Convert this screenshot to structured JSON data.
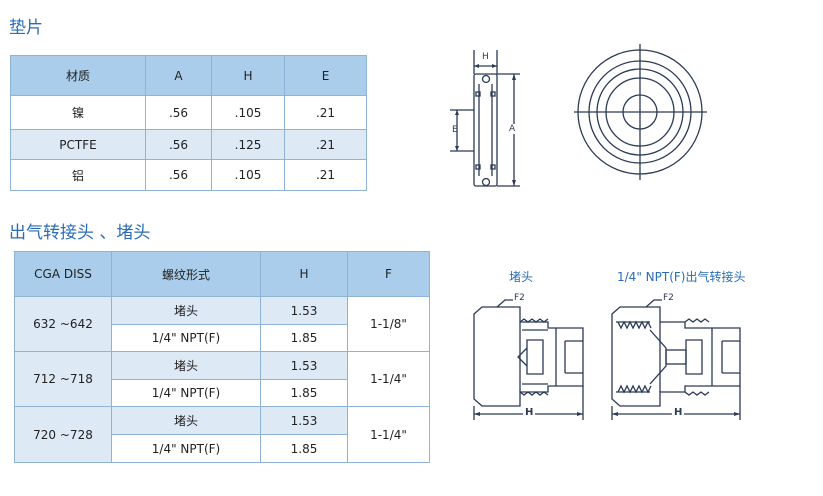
{
  "section1": {
    "title": "垫片",
    "headers": [
      "材质",
      "A",
      "H",
      "E"
    ],
    "rows": [
      [
        "镍",
        ".56",
        ".105",
        ".21"
      ],
      [
        "PCTFE",
        ".56",
        ".125",
        ".21"
      ],
      [
        "铝",
        ".56",
        ".105",
        ".21"
      ]
    ],
    "drawing_labels": {
      "h": "H",
      "e": "E",
      "a": "A"
    }
  },
  "section2": {
    "title": "出气转接头 、堵头",
    "headers": [
      "CGA DISS",
      "螺纹形式",
      "H",
      "F"
    ],
    "groups": [
      {
        "cga": "632 ~642",
        "f": "1-1/8\"",
        "rows": [
          {
            "type": "堵头",
            "h": "1.53"
          },
          {
            "type": "1/4\"  NPT(F)",
            "h": "1.85"
          }
        ]
      },
      {
        "cga": "712 ~718",
        "f": "1-1/4\"",
        "rows": [
          {
            "type": "堵头",
            "h": "1.53"
          },
          {
            "type": "1/4\"  NPT(F)",
            "h": "1.85"
          }
        ]
      },
      {
        "cga": "720 ~728",
        "f": "1-1/4\"",
        "rows": [
          {
            "type": "堵头",
            "h": "1.53"
          },
          {
            "type": "1/4\"  NPT(F)",
            "h": "1.85"
          }
        ]
      }
    ],
    "drawing_captions": {
      "plug": "堵头",
      "adapter": "1/4\"  NPT(F)出气转接头"
    },
    "drawing_labels": {
      "f2": "F2",
      "h": "H"
    }
  }
}
